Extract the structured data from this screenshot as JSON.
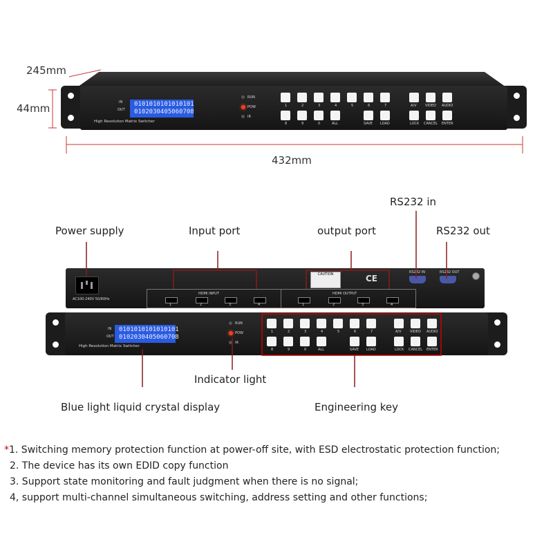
{
  "top_view": {
    "dim_depth": "245mm",
    "dim_height": "44mm",
    "dim_width": "432mm",
    "lcd_line1": "0101010101010101",
    "lcd_line2": "0102030405060708",
    "lcd_in": "IN",
    "lcd_out": "OUT",
    "model_text": "High Resolution Matrix Switcher",
    "leds": [
      "RUN",
      "POW",
      "IR"
    ],
    "key_row1": [
      "1",
      "2",
      "3",
      "4",
      "5",
      "6",
      "7",
      "A/V",
      "VIDEO",
      "AUDIO"
    ],
    "key_row2": [
      "8",
      "9",
      "0",
      "ALL",
      "SAVE",
      "LOAD",
      "LOCK",
      "CANCEL",
      "ENTER"
    ]
  },
  "labels": {
    "power_supply": "Power supply",
    "input_port": "Input port",
    "output_port": "output port",
    "rs232_in": "RS232 in",
    "rs232_out": "RS232 out",
    "indicator_light": "Indicator light",
    "lcd_display": "Blue light liquid crystal display",
    "engineering_key": "Engineering key"
  },
  "rear_panel": {
    "power_text": "AC100-240V 50/60Hz",
    "hdmi_input": "HDMI INPUT",
    "hdmi_output": "HDMI OUTPUT",
    "caution": "CAUTION",
    "rs232_in": "RS232 IN",
    "rs232_out": "RS232 OUT",
    "ce_mark": "CE",
    "port_numbers": [
      "1",
      "2",
      "3",
      "4"
    ]
  },
  "notes": [
    {
      "marker": "*",
      "text": "1.  Switching memory protection function at power-off site, with ESD electrostatic protection function;"
    },
    {
      "marker": "",
      "text": "2.  The device has its own EDID copy function"
    },
    {
      "marker": "",
      "text": "3.  Support state monitoring and fault judgment when there is no signal;"
    },
    {
      "marker": "",
      "text": "4,  support multi-channel simultaneous switching, address setting and other functions;"
    }
  ]
}
